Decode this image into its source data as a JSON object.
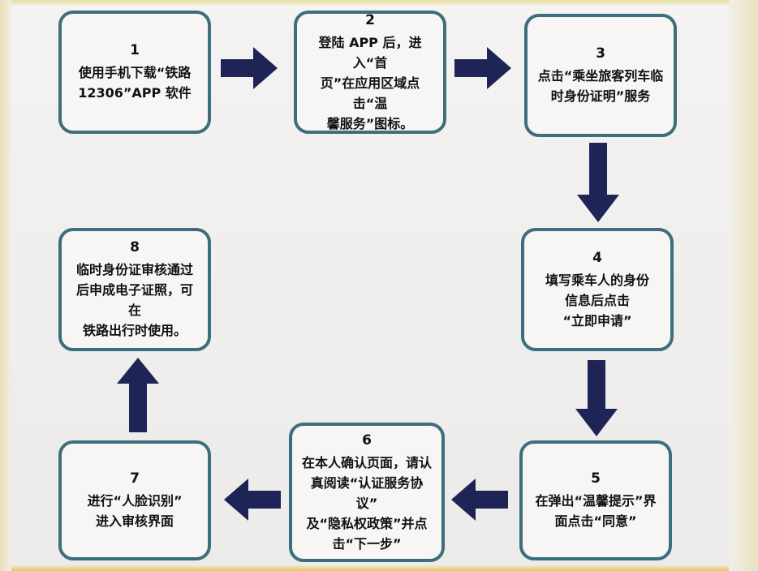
{
  "colors": {
    "box_border": "#3c6e7b",
    "arrow": "#1e2456"
  },
  "steps": [
    {
      "num": "1",
      "text": "使用手机下载“铁路\n12306”APP 软件"
    },
    {
      "num": "2",
      "text": "登陆 APP 后，进入“首\n页”在应用区域点击“温\n馨服务”图标。"
    },
    {
      "num": "3",
      "text": "点击“乘坐旅客列车临\n时身份证明”服务"
    },
    {
      "num": "4",
      "text": "填写乘车人的身份\n信息后点击\n“立即申请”"
    },
    {
      "num": "5",
      "text": "在弹出“温馨提示”界\n面点击“同意”"
    },
    {
      "num": "6",
      "text": "在本人确认页面，请认\n真阅读“认证服务协议”\n及“隐私权政策”并点\n击“下一步”"
    },
    {
      "num": "7",
      "text": "进行“人脸识别”\n进入审核界面"
    },
    {
      "num": "8",
      "text": "临时身份证审核通过\n后申成电子证照，可在\n铁路出行时使用。"
    }
  ]
}
